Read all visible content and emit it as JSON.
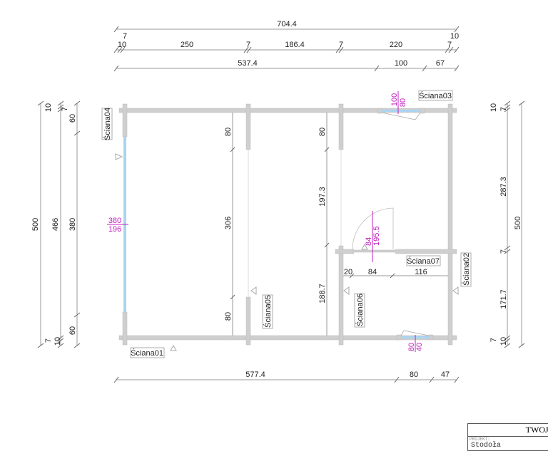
{
  "dimensions": {
    "top_total": "704.4",
    "top_row": {
      "d10a": "10",
      "d7a": "7",
      "d250": "250",
      "d7b": "7",
      "d186": "186.4",
      "d7c": "7",
      "d220": "220",
      "d7d": "7",
      "d10b": "10"
    },
    "top_row2": {
      "d537": "537.4",
      "d100": "100",
      "d67": "67"
    },
    "left": {
      "total": "500",
      "inner": "466",
      "opening": "380",
      "d10a": "10",
      "d7a": "7",
      "d60a": "60",
      "d7b": "7",
      "d10b": "10",
      "d60b": "60"
    },
    "wall05": {
      "a": "80",
      "b": "306",
      "c": "80"
    },
    "wall06": {
      "a": "80",
      "b": "197.3",
      "c": "188.7"
    },
    "right": {
      "total": "500",
      "upper": "287.3",
      "lower": "171.7",
      "d10a": "10",
      "d7a": "7",
      "d7mid": "7",
      "d7b": "7",
      "d10b": "10"
    },
    "bottom": {
      "d577": "577.4",
      "d80": "80",
      "d47": "47"
    },
    "wall07": {
      "d20": "20",
      "d84": "84",
      "d116": "116"
    }
  },
  "openings": {
    "left_window": {
      "width": "380",
      "height": "196"
    },
    "top_window": {
      "width": "100",
      "height": "80"
    },
    "door": {
      "width": "84",
      "height": "195.5"
    },
    "bottom_window": {
      "width": "80",
      "height": "40"
    }
  },
  "walls": {
    "w01": "Ściana01",
    "w02": "Ściana02",
    "w03": "Ściana03",
    "w04": "Ściana04",
    "w05": "Ściana05",
    "w06": "Ściana06",
    "w07": "Ściana07"
  },
  "title_block": {
    "header": "TWOJE",
    "project_label": "PROJEKT:",
    "project_name": "Stodoła"
  },
  "colors": {
    "wall": "#cfcfcf",
    "window": "#a9d4f2",
    "opening_dim": "#c020c0"
  }
}
